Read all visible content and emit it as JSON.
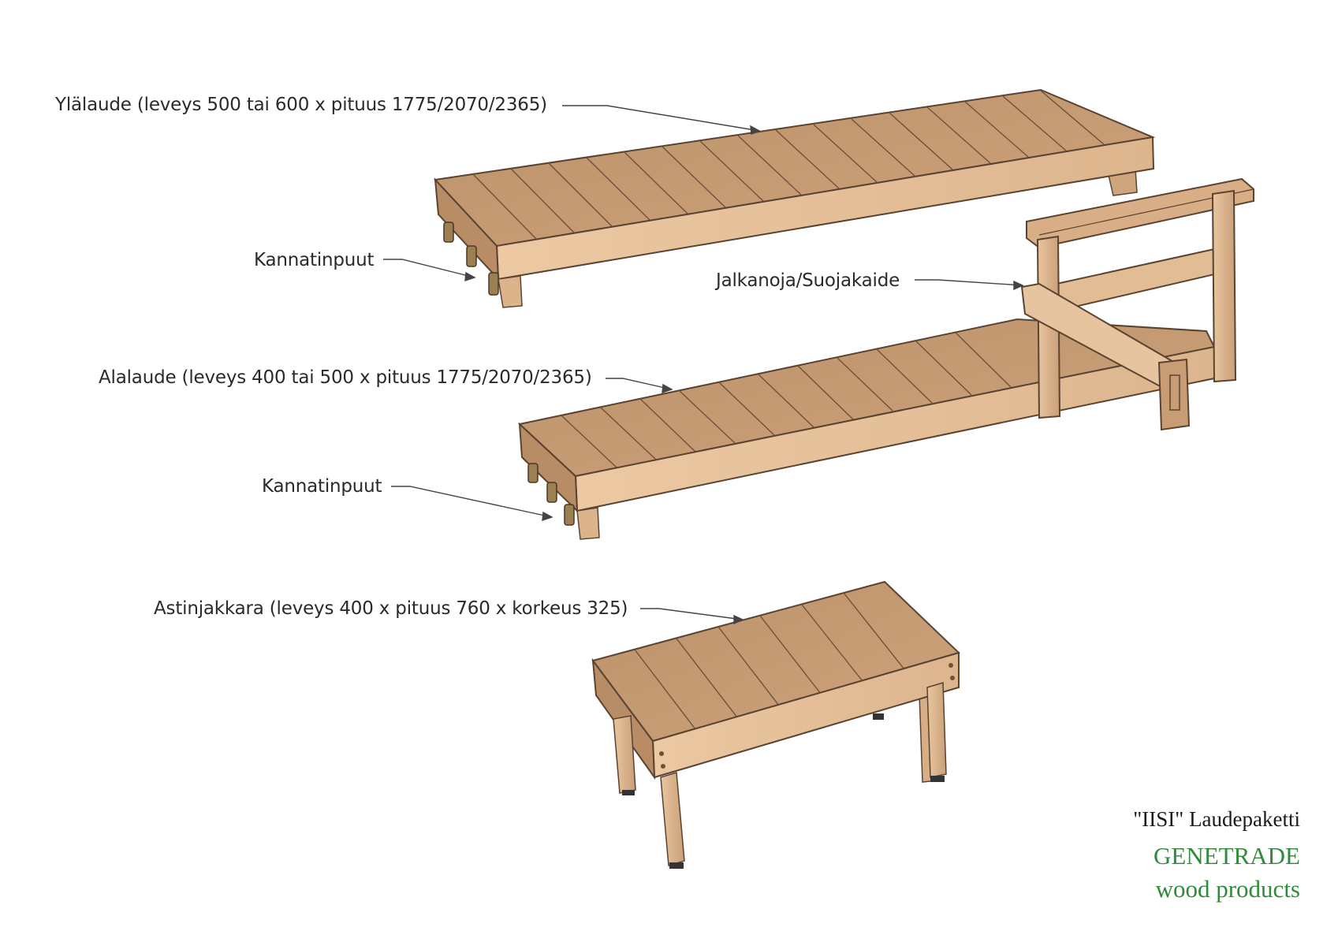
{
  "labels": {
    "top_bench": "Ylälaude (leveys 500 tai 600 x pituus 1775/2070/2365)",
    "top_supports": "Kannatinpuut",
    "railing": "Jalkanoja/Suojakaide",
    "lower_bench": "Alalaude (leveys 400 tai 500 x pituus 1775/2070/2365)",
    "lower_supports": "Kannatinpuut",
    "step_stool": "Astinjakkara (leveys 400 x pituus 760 x korkeus 325)"
  },
  "brand": {
    "product": "\"IISI\" Laudepaketti",
    "company": "GENETRADE",
    "tagline": "wood products"
  },
  "colors": {
    "wood_top": "#c9a07a",
    "wood_side": "#e6c29e",
    "wood_end": "#b78a62",
    "wood_dark": "#8f6b4a",
    "leader": "#444444",
    "brand_green": "#2f8a3a"
  }
}
